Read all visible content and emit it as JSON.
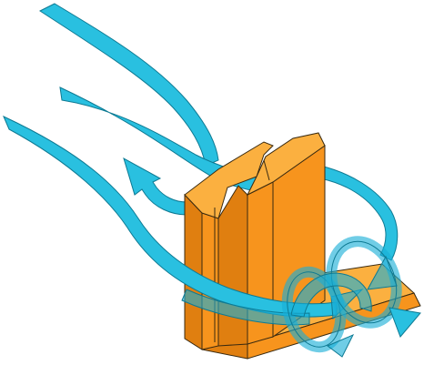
{
  "colors": {
    "background": "#ffffff",
    "block_front": "#f7941d",
    "block_top": "#fbb040",
    "block_side": "#e07f10",
    "block_outline": "#3a2a10",
    "flow": "#29c0e0",
    "flow_translucent": "rgba(25,175,215,0.62)",
    "flow_outline": "#0e7a93"
  },
  "parts": [
    {
      "name": "bluff-body",
      "kind": "orange block"
    },
    {
      "name": "base-plate",
      "kind": "orange plate"
    },
    {
      "name": "flow-ribbons",
      "kind": "blue flow arrows"
    }
  ]
}
